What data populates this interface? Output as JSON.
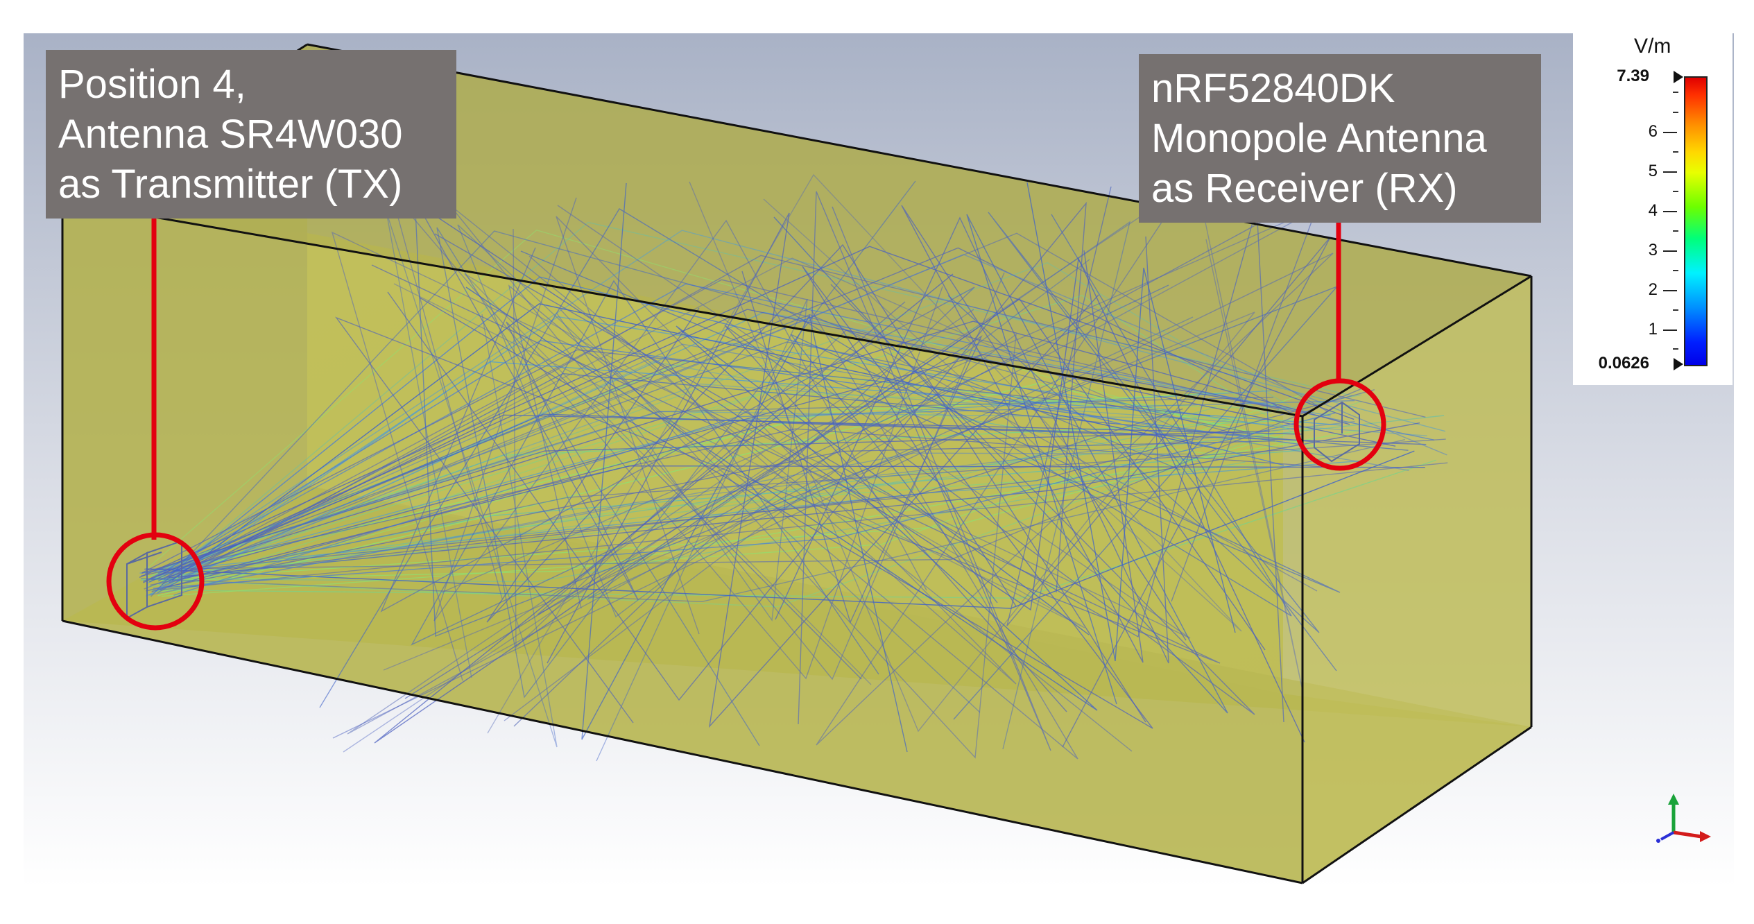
{
  "callout_tx": {
    "lines": [
      "Position 4,",
      "Antenna SR4W030",
      "as Transmitter (TX)"
    ]
  },
  "callout_rx": {
    "lines": [
      "nRF52840DK",
      "Monopole Antenna",
      "as Receiver (RX)"
    ]
  },
  "legend": {
    "unit": "V/m",
    "max_label": "7.39",
    "min_label": "0.0626",
    "tick_labels": [
      "6",
      "5",
      "4",
      "3",
      "2",
      "1"
    ]
  },
  "colors": {
    "box_fill": "#b6b450",
    "callout_bg": "#767170",
    "marker_red": "#e3000f"
  },
  "icons": {
    "axes": "xyz-axes-icon",
    "tx_marker": "circle-marker-icon",
    "rx_marker": "circle-marker-icon"
  }
}
